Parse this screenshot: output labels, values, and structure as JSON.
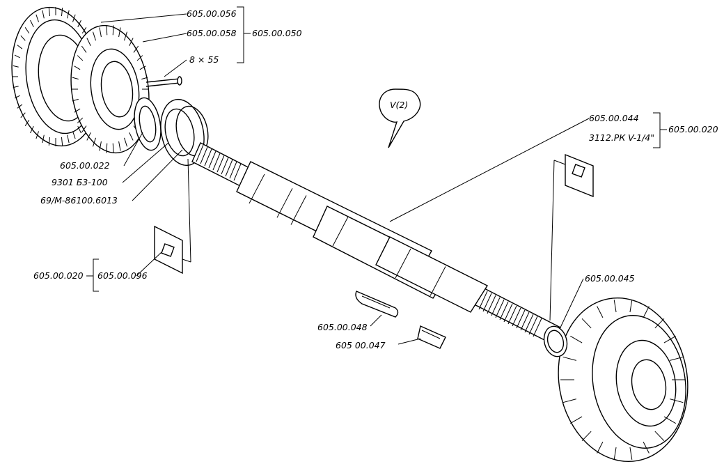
{
  "labels": {
    "gear_outer": "605.00.056",
    "gear_inner": "605.00.058",
    "bolt": "8 × 55",
    "gear_assembly": "605.00.050",
    "bushing": "605.00.022",
    "ring": "9301 Б3-100",
    "bearing": "69/М-86100.6013",
    "view": "V(2)",
    "shaft": "605.00.044",
    "shaft_assembly": "605.00.020",
    "plug_right": "3112.РК V-1/4\"",
    "plug_left_ref": "605.00.020",
    "plug_left": "605.00.096",
    "key_long": "605.00.048",
    "key_short": "605 00.047",
    "seal_ring": "605.00.045"
  }
}
